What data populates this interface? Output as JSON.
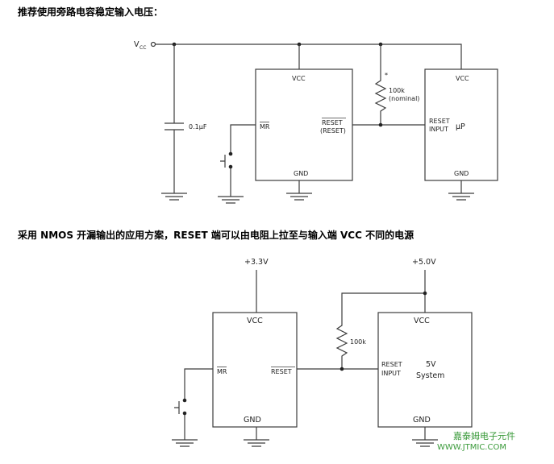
{
  "headings": {
    "top": "推荐使用旁路电容稳定输入电压：",
    "bottom": "采用 NMOS 开漏输出的应用方案，RESET 端可以由电阻上拉至与输入端 VCC 不同的电源"
  },
  "top_circuit": {
    "vcc_source_main": "V",
    "vcc_source_sub": "CC",
    "capacitor_label": "0.1μF",
    "supervisor": {
      "vcc": "VCC",
      "mr": "MR",
      "reset": "RESET",
      "reset_alt": "(RESET)",
      "gnd": "GND"
    },
    "resistor_star": "*",
    "resistor_label_1": "100k",
    "resistor_label_2": "(nominal)",
    "micro": {
      "vcc": "VCC",
      "reset_1": "RESET",
      "reset_2": "INPUT",
      "name": "μP",
      "gnd": "GND"
    }
  },
  "bottom_circuit": {
    "supply_left": "+3.3V",
    "supply_right": "+5.0V",
    "supervisor": {
      "vcc": "VCC",
      "mr": "MR",
      "reset": "RESET",
      "gnd": "GND"
    },
    "resistor_label": "100k",
    "system": {
      "vcc": "VCC",
      "reset_1": "RESET",
      "reset_2": "INPUT",
      "name_1": "5V",
      "name_2": "System",
      "gnd": "GND"
    }
  },
  "watermark": {
    "line1": "嘉泰姆电子元件",
    "line2": "WWW.JTMIC.COM"
  },
  "colors": {
    "wire": "#3c3c3c",
    "watermark": "#3a9a3a"
  }
}
